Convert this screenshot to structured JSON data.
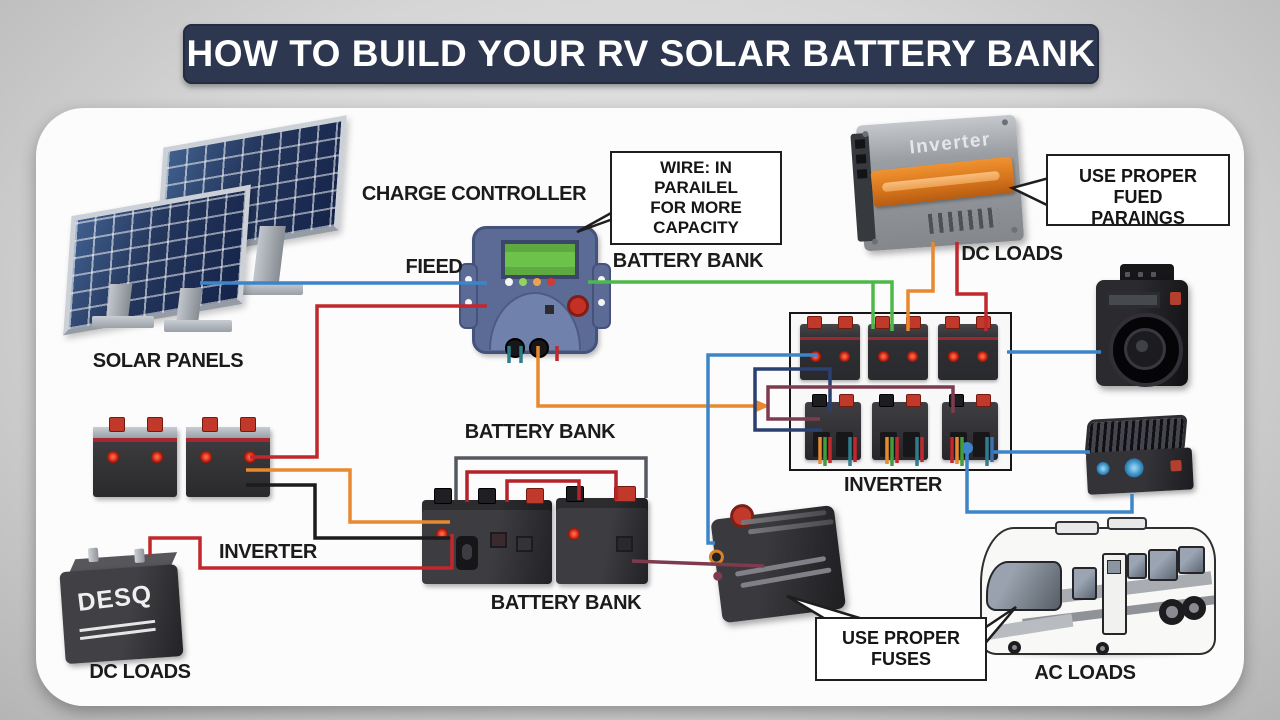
{
  "title": "HOW TO BUILD YOUR RV SOLAR BATTERY BANK",
  "labels": {
    "solar_panels": "SOLAR PANELS",
    "charge_controller": "CHARGE CONTROLLER",
    "feed": "FIEED",
    "battery_bank_top": "BATTERY BANK",
    "dc_loads_top": "DC LOADS",
    "inverter_device": "Inverter",
    "inverter_right": "INVERTER",
    "battery_bank_mid": "BATTERY BANK",
    "battery_bank_bottom": "BATTERY BANK",
    "inverter_left": "INVERTER",
    "dc_loads_bottom": "DC LOADS",
    "ac_loads": "AC LOADS",
    "desq": "DESQ"
  },
  "callouts": {
    "parallel": {
      "line1": "WIRE: IN PARAILEL",
      "line2": "FOR MORE CAPACITY"
    },
    "fuse_ratings": {
      "line1": "USE PROPER FUED",
      "line2": "PARAINGS"
    },
    "fuses": {
      "line1": "USE PROPER FUSES"
    }
  },
  "colors": {
    "blue": "#3d85c8",
    "green": "#4cb948",
    "orange": "#e8882f",
    "red": "#c1272d",
    "red_dark": "#b5232a",
    "maroon": "#7e3b4e",
    "navy": "#2a4070",
    "black": "#1c1c1e",
    "teal": "#2e7d8a",
    "gray": "#55585e",
    "title_bg": "#2e3750"
  }
}
